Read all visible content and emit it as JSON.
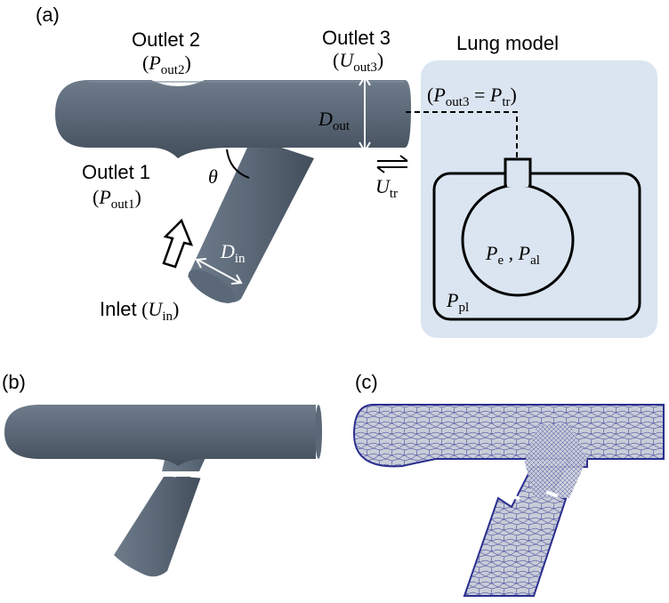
{
  "panels": {
    "a": "(a)",
    "b": "(b)",
    "c": "(c)"
  },
  "labels": {
    "outlet1": "Outlet 1",
    "outlet2": "Outlet 2",
    "outlet3": "Outlet 3",
    "lung_model": "Lung model",
    "inlet": "Inlet",
    "p_out1_var": "P",
    "p_out1_sub": "out1",
    "p_out2_var": "P",
    "p_out2_sub": "out2",
    "u_out3_var": "U",
    "u_out3_sub": "out3",
    "relation_var1": "P",
    "relation_sub1": "out3",
    "relation_eq": " = ",
    "relation_var2": "P",
    "relation_sub2": "tr",
    "d_out_var": "D",
    "d_out_sub": "out",
    "d_in_var": "D",
    "d_in_sub": "in",
    "theta": "θ",
    "u_tr_var": "U",
    "u_tr_sub": "tr",
    "u_in_var": "U",
    "u_in_sub": "in",
    "pe_var": "P",
    "pe_sub": "e",
    "comma": " , ",
    "pal_var": "P",
    "pal_sub": "al",
    "ppl_var": "P",
    "ppl_sub": "pl"
  },
  "colors": {
    "pipe": "#5b6877",
    "pipe_dark": "#46525f",
    "pipe_light": "#7a8695",
    "lung_bg": "#dbe5f1",
    "mesh_fill": "#c9cdd8",
    "mesh_line": "#2b2f8f"
  }
}
